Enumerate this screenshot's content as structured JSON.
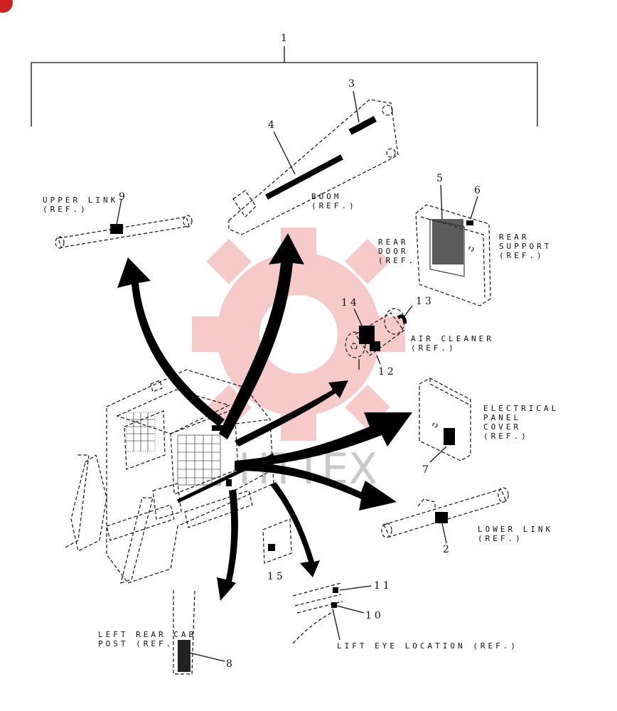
{
  "diagram": {
    "callouts": [
      "1",
      "2",
      "3",
      "4",
      "5",
      "6",
      "7",
      "8",
      "9",
      "10",
      "11",
      "12",
      "13",
      "14",
      "15"
    ],
    "labels": {
      "upper_link": [
        "UPPER LINK",
        "(REF.)"
      ],
      "boom": [
        "BOOM",
        "(REF.)"
      ],
      "rear_door": [
        "REAR",
        "DOOR",
        "(REF."
      ],
      "rear_support": [
        "REAR",
        "SUPPORT",
        "(REF.)"
      ],
      "air_cleaner": [
        "AIR CLEANER",
        "(REF.)"
      ],
      "electrical_panel": [
        "ELECTRICAL",
        "PANEL",
        "COVER",
        "(REF.)"
      ],
      "lower_link": [
        "LOWER LINK",
        "(REF.)"
      ],
      "left_rear_cab": [
        "LEFT REAR CAB",
        "POST (REF."
      ],
      "lift_eye": [
        "LIFT EYE LOCATION (REF.)"
      ]
    },
    "watermark": "HTTEX",
    "colors": {
      "line": "#111111",
      "watermark": "#e03030"
    }
  }
}
